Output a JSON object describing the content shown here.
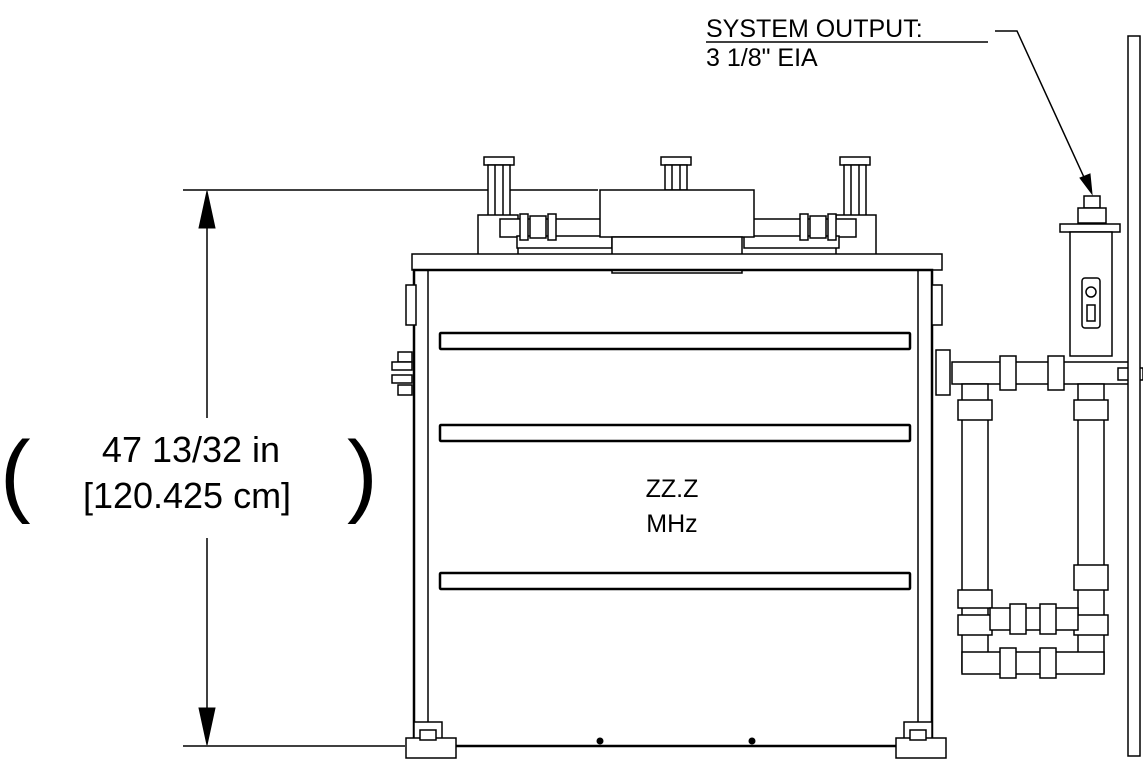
{
  "callout": {
    "title": "SYSTEM OUTPUT:",
    "detail": "3 1/8\" EIA"
  },
  "dimension": {
    "imperial": "47 13/32 in",
    "metric": "[120.425 cm]"
  },
  "frequency": {
    "value": "ZZ.Z",
    "unit": "MHz"
  }
}
